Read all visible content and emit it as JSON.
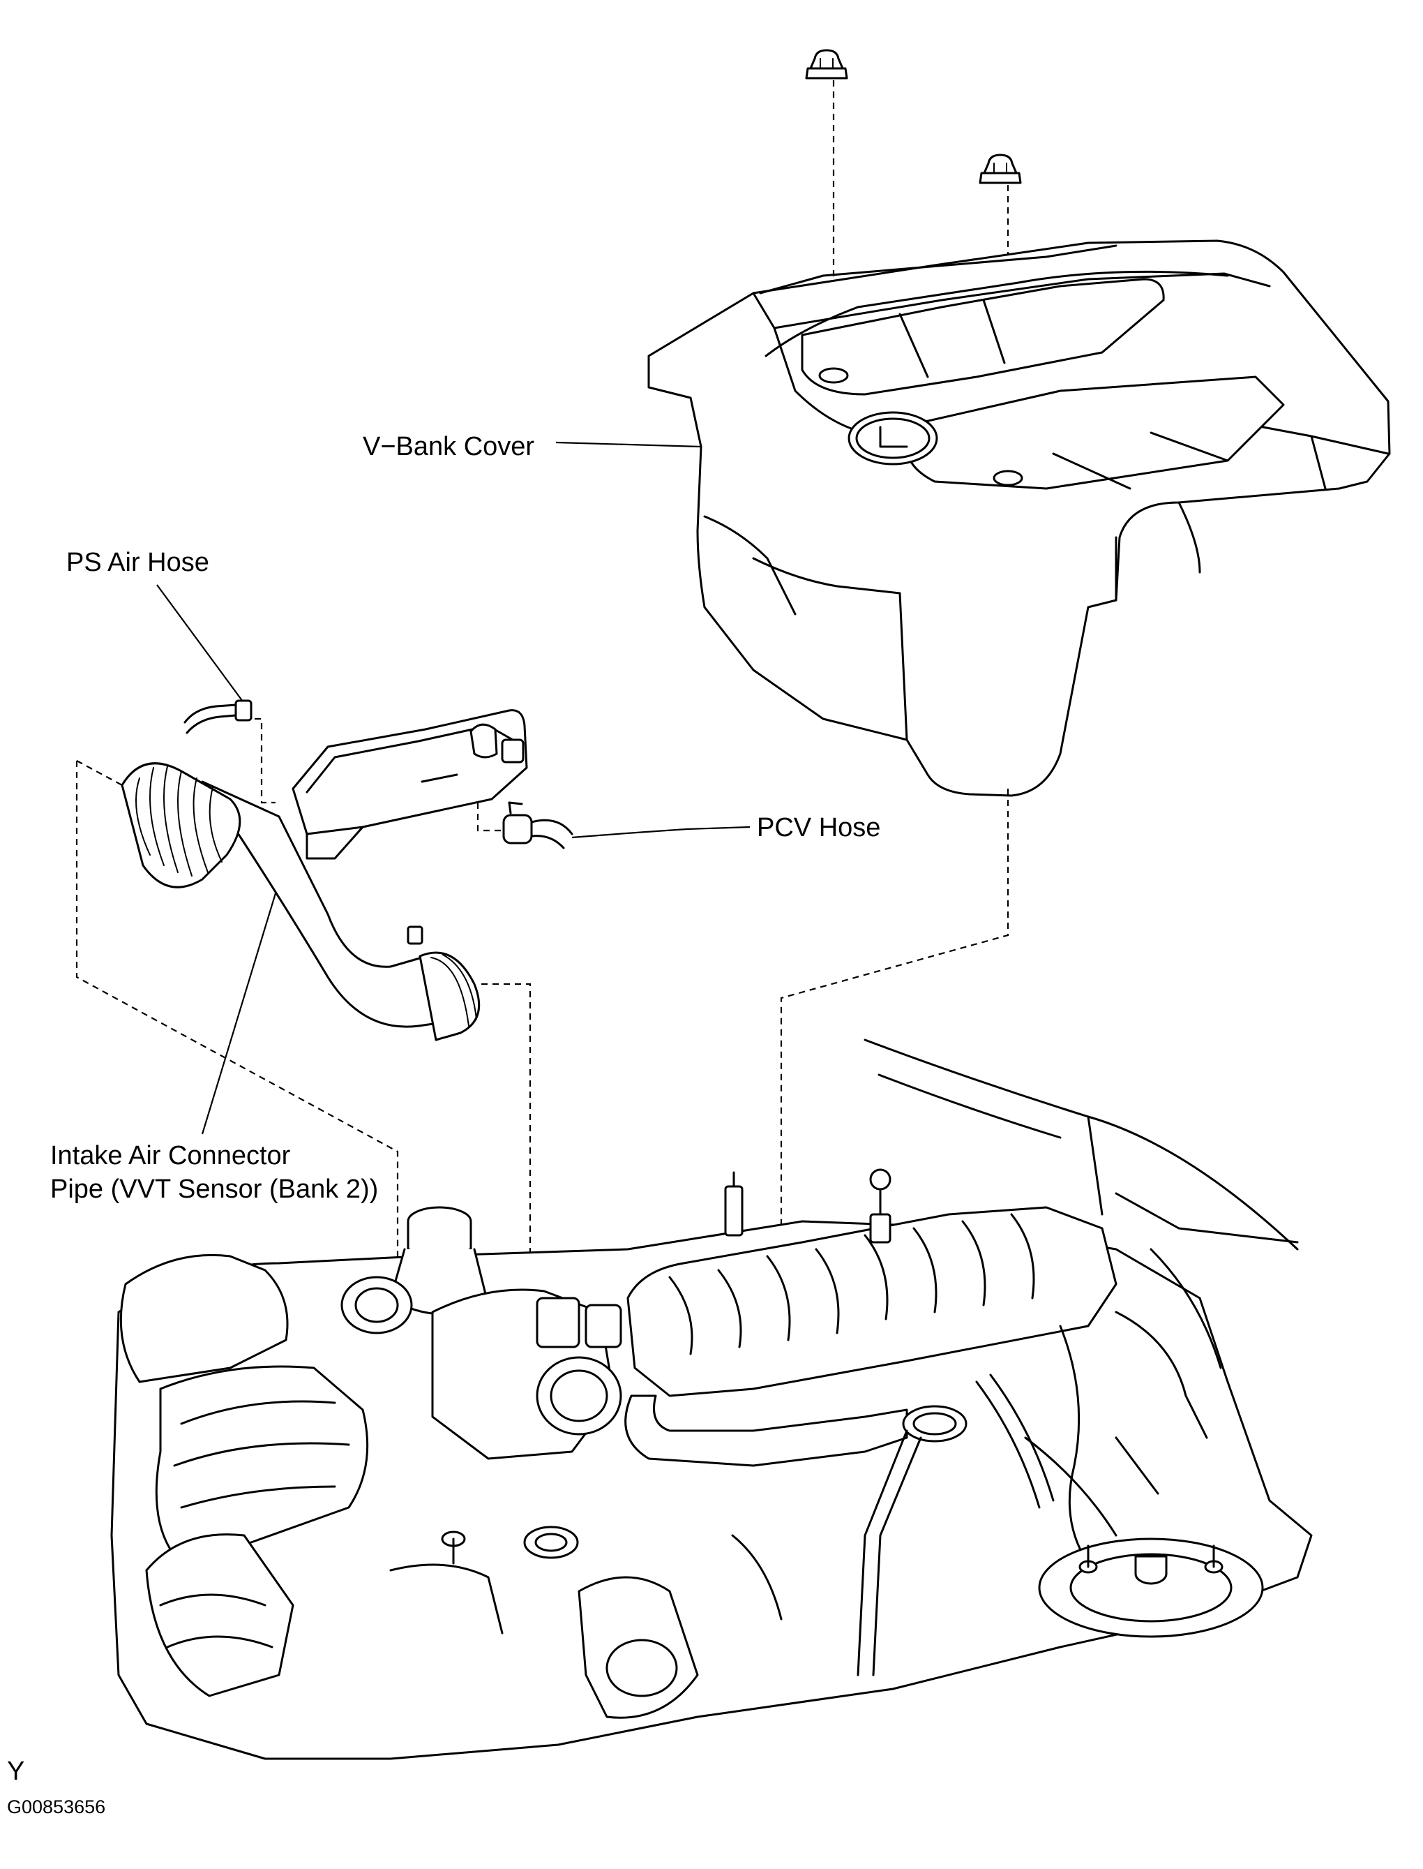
{
  "labels": {
    "v_bank_cover": "V−Bank Cover",
    "ps_air_hose": "PS Air Hose",
    "pcv_hose": "PCV Hose",
    "intake_line1": "Intake Air Connector",
    "intake_line2": "Pipe (VVT Sensor (Bank 2))"
  },
  "footer": {
    "letter": "Y",
    "figure_code": "G00853656"
  },
  "icons": {
    "bolt": "hex-flange-bolt-icon",
    "emblem": "lexus-emblem-icon"
  }
}
